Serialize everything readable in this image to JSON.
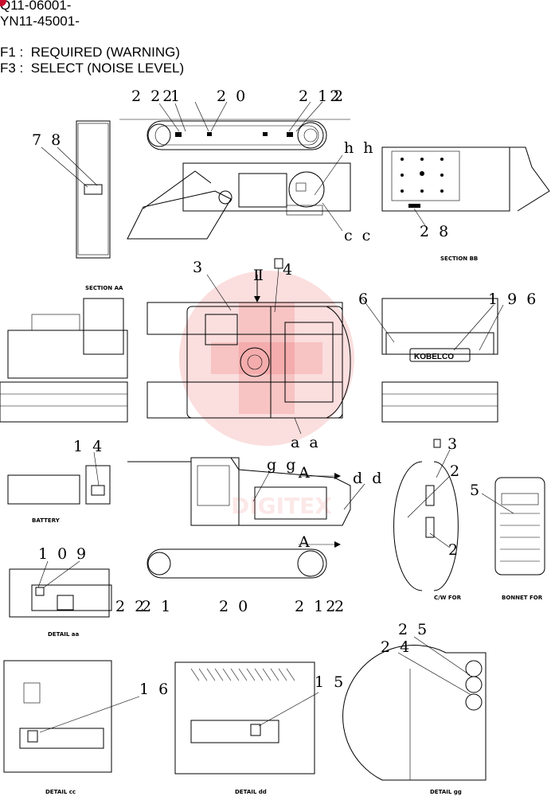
{
  "header": {
    "line1": "Q11-06001-",
    "line2": "YN11-45001-",
    "legend_f1": "F1 :  REQUIRED (WARNING)",
    "legend_f3": "F3 :  SELECT (NOISE LEVEL)"
  },
  "captions": {
    "section_bb": "SECTION BB",
    "section_aa": "SECTION AA",
    "battery": "BATTERY",
    "detail_aa": "DETAIL aa",
    "cw_for": "C/W FOR",
    "bonnet_for": "BONNET FOR",
    "detail_cc": "DETAIL cc",
    "detail_dd": "DETAIL dd",
    "detail_gg": "DETAIL gg"
  },
  "callouts": {
    "top_22": "2 22",
    "top_1": "1",
    "top_20": "2 0",
    "top_212": "2 12",
    "top_2": "2",
    "c_78": "7  8",
    "c_hh": "h h",
    "c_cc": "c c",
    "c_28": "2 8",
    "c_3": "3",
    "c_II": "Ⅱ",
    "c_4": "4",
    "c_6": "6",
    "c_196": "1 9 6",
    "c_aa": "a a",
    "c_14": "1 4",
    "c_gg": "g g",
    "c_A1": "A",
    "c_dd": "d d",
    "c_A2": "A",
    "c_3b": "3",
    "c_2a": "2",
    "c_5": "5",
    "c_2b": "2",
    "c_10": "1 0",
    "c_9": "9",
    "bot_22": "2 2",
    "bot_21": "2 1",
    "bot_20": "2 0",
    "bot_212": "2 12",
    "bot_2": "2",
    "c_25": "2 5",
    "c_24": "2 4",
    "c_16": "1 6",
    "c_15": "1 5"
  },
  "plates": {
    "kobelco": "KOBELCO"
  },
  "watermark": {
    "text": "DIGITEX"
  }
}
